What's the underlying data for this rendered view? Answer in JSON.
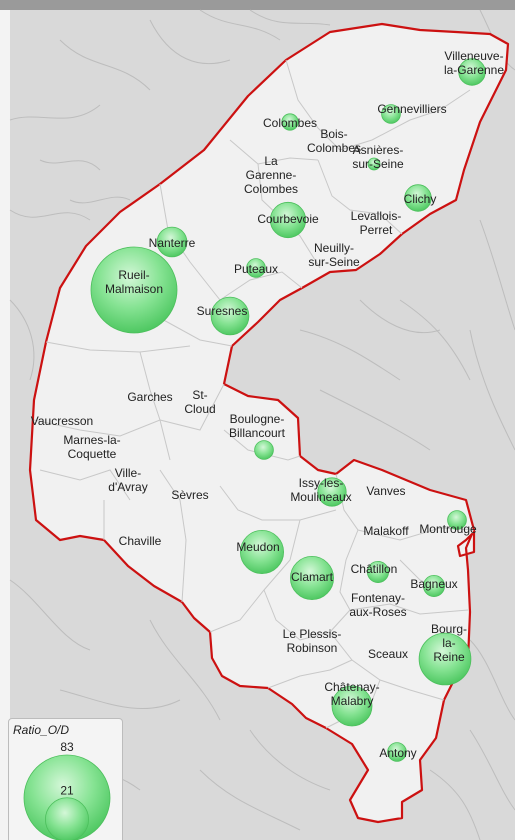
{
  "map": {
    "colors": {
      "background": "#d9d9d9",
      "area_fill": "#f1f1f1",
      "boundary": "#cc1111",
      "commune_border": "#c8c8c8",
      "bubble": "#6fdb7c"
    },
    "communes": [
      {
        "id": "villeneuve",
        "lines": [
          "Villeneuve-",
          "la-Garenne"
        ],
        "ratio": 8
      },
      {
        "id": "gennevilliers",
        "lines": [
          "Gennevilliers"
        ],
        "ratio": 4
      },
      {
        "id": "colombes",
        "lines": [
          "Colombes"
        ],
        "ratio": 3
      },
      {
        "id": "bois-colombes",
        "lines": [
          "Bois-",
          "Colombes"
        ],
        "ratio": 0
      },
      {
        "id": "asnieres",
        "lines": [
          "Asnières-",
          "sur-Seine"
        ],
        "ratio": 1
      },
      {
        "id": "la-garenne-colombes",
        "lines": [
          "La",
          "Garenne-",
          "Colombes"
        ],
        "ratio": 0
      },
      {
        "id": "clichy",
        "lines": [
          "Clichy"
        ],
        "ratio": 8
      },
      {
        "id": "courbevoie",
        "lines": [
          "Courbevoie"
        ],
        "ratio": 14
      },
      {
        "id": "levallois",
        "lines": [
          "Levallois-",
          "Perret"
        ],
        "ratio": 0
      },
      {
        "id": "nanterre",
        "lines": [
          "Nanterre"
        ],
        "ratio": 10
      },
      {
        "id": "neuilly",
        "lines": [
          "Neuilly-",
          "sur-Seine"
        ],
        "ratio": 0
      },
      {
        "id": "puteaux",
        "lines": [
          "Puteaux"
        ],
        "ratio": 4
      },
      {
        "id": "rueil",
        "lines": [
          "Rueil-",
          "Malmaison"
        ],
        "ratio": 83
      },
      {
        "id": "suresnes",
        "lines": [
          "Suresnes"
        ],
        "ratio": 16
      },
      {
        "id": "garches",
        "lines": [
          "Garches"
        ],
        "ratio": 0
      },
      {
        "id": "st-cloud",
        "lines": [
          "St-",
          "Cloud"
        ],
        "ratio": 0
      },
      {
        "id": "vaucresson",
        "lines": [
          "Vaucresson"
        ],
        "ratio": 0
      },
      {
        "id": "boulogne",
        "lines": [
          "Boulogne-",
          "Billancourt"
        ],
        "ratio": 4
      },
      {
        "id": "marnes",
        "lines": [
          "Marnes-la-",
          "Coquette"
        ],
        "ratio": 0
      },
      {
        "id": "ville-davray",
        "lines": [
          "Ville-",
          "d'Avray"
        ],
        "ratio": 0
      },
      {
        "id": "sevres",
        "lines": [
          "Sèvres"
        ],
        "ratio": 0
      },
      {
        "id": "issy",
        "lines": [
          "Issy-les-",
          "Moulineaux"
        ],
        "ratio": 9
      },
      {
        "id": "vanves",
        "lines": [
          "Vanves"
        ],
        "ratio": 0
      },
      {
        "id": "malakoff",
        "lines": [
          "Malakoff"
        ],
        "ratio": 0
      },
      {
        "id": "montrouge",
        "lines": [
          "Montrouge"
        ],
        "ratio": 4
      },
      {
        "id": "chaville",
        "lines": [
          "Chaville"
        ],
        "ratio": 0
      },
      {
        "id": "meudon",
        "lines": [
          "Meudon"
        ],
        "ratio": 21
      },
      {
        "id": "clamart",
        "lines": [
          "Clamart"
        ],
        "ratio": 21
      },
      {
        "id": "chatillon",
        "lines": [
          "Châtillon"
        ],
        "ratio": 5
      },
      {
        "id": "bagneux",
        "lines": [
          "Bagneux"
        ],
        "ratio": 5
      },
      {
        "id": "fontenay",
        "lines": [
          "Fontenay-",
          "aux-Roses"
        ],
        "ratio": 0
      },
      {
        "id": "le-plessis",
        "lines": [
          "Le Plessis-",
          "Robinson"
        ],
        "ratio": 0
      },
      {
        "id": "sceaux",
        "lines": [
          "Sceaux"
        ],
        "ratio": 0
      },
      {
        "id": "bourg-la-reine",
        "lines": [
          "Bourg-",
          "la-",
          "Reine"
        ],
        "ratio": 30
      },
      {
        "id": "chatenay",
        "lines": [
          "Châtenay-",
          "Malabry"
        ],
        "ratio": 18
      },
      {
        "id": "antony",
        "lines": [
          "Antony"
        ],
        "ratio": 4
      }
    ]
  },
  "legend": {
    "title": "Ratio_O/D",
    "max_value": "83",
    "mid_value": "21"
  }
}
